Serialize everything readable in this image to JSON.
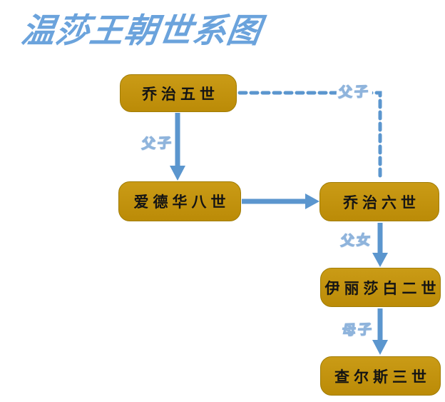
{
  "title": "温莎王朝世系图",
  "colors": {
    "title_blue": "#6BA3DC",
    "node_fill_top": "#CA9B16",
    "node_fill_bottom": "#BB8B07",
    "node_border": "#A17D06",
    "node_text": "#141414",
    "connector_blue": "#5B96CE",
    "edge_label_fill": "#FFFFFF",
    "edge_label_outline": "#8FB4DC"
  },
  "nodes": [
    {
      "id": "george-v",
      "label": "乔治五世"
    },
    {
      "id": "edward-viii",
      "label": "爱德华八世"
    },
    {
      "id": "george-vi",
      "label": "乔治六世"
    },
    {
      "id": "elizabeth-ii",
      "label": "伊丽莎白二世"
    },
    {
      "id": "charles-iii",
      "label": "查尔斯三世"
    }
  ],
  "edges": [
    {
      "from": "乔治五世",
      "to": "爱德华八世",
      "label": "父子",
      "style": "solid-arrow"
    },
    {
      "from": "乔治五世",
      "to": "乔治六世",
      "label": "父子",
      "style": "dashed-elbow"
    },
    {
      "from": "爱德华八世",
      "to": "乔治六世",
      "label": "",
      "style": "solid-arrow"
    },
    {
      "from": "乔治六世",
      "to": "伊丽莎白二世",
      "label": "父女",
      "style": "solid-arrow"
    },
    {
      "from": "伊丽莎白二世",
      "to": "查尔斯三世",
      "label": "母子",
      "style": "solid-arrow"
    }
  ]
}
